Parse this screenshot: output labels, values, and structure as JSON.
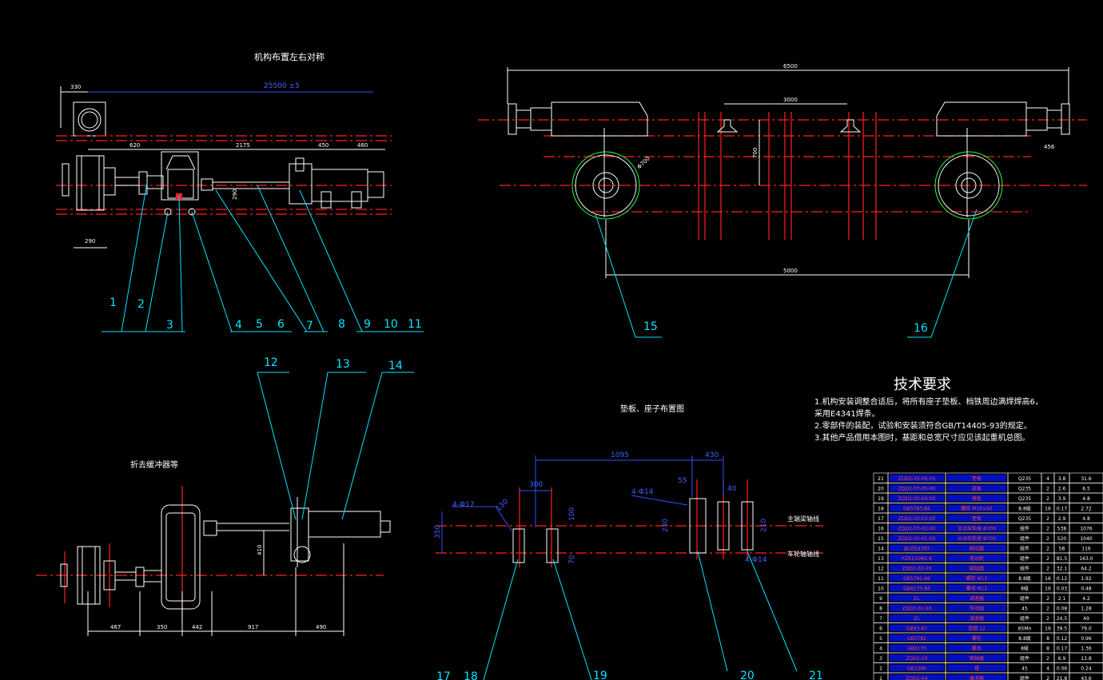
{
  "titles": {
    "mechanism_layout": "机构布置左右对称",
    "pad_layout": "垫板、座子布置图",
    "folded_view": "折去缓冲器等",
    "tech_heading": "技术要求"
  },
  "tech_requirements": [
    "1.机构安装调整合适后，将所有座子垫板、档铁周边满焊焊高6，",
    "采用E4341焊条。",
    "2.零部件的装配，试验和安装须符合GB/T14405-93的规定。",
    "3.其他产品借用本图时，基距和总宽尺寸应见该起重机总图。"
  ],
  "top_left_dims": {
    "span": "25500 ±5",
    "d1": "330",
    "d2": "620",
    "d3": "2175",
    "d4": "450",
    "d5": "460",
    "d6": "290",
    "d7": "290"
  },
  "top_right_dims": {
    "overall": "6500",
    "inner": "3000",
    "height": "700",
    "side": "456",
    "wheel": "Φ700",
    "base": "5000"
  },
  "bottom_left_dims": {
    "d1": "467",
    "d2": "350",
    "d3": "442",
    "d4": "917",
    "d5": "490",
    "h": "410"
  },
  "pad_dims": {
    "total": "1095",
    "d430": "430",
    "d300": "300",
    "d55": "55",
    "d40": "40",
    "hole1": "4-Φ17",
    "hole2": "4-Φ14",
    "hole3": "4-Φ14",
    "h350": "350",
    "h230": "230",
    "h210": "210",
    "d100": "100",
    "d70": "70",
    "ang": "130"
  },
  "pad_labels": {
    "left_line": "主端梁轴线",
    "right_line": "车轮轴轴线"
  },
  "callouts_top": [
    "1",
    "2",
    "3",
    "4",
    "5",
    "6",
    "7",
    "8",
    "9",
    "10",
    "11"
  ],
  "callouts_right": [
    "15",
    "16"
  ],
  "callouts_mid": [
    "12",
    "13",
    "14"
  ],
  "callouts_bottom": [
    "17",
    "18",
    "19",
    "20",
    "21"
  ],
  "bom_rows": [
    [
      "21",
      "ZQD2-03-06-00",
      "垫板",
      "Q235",
      "4",
      "3.8",
      "31.6"
    ],
    [
      "20",
      "ZQD2-03-05-00",
      "座板",
      "Q235",
      "2",
      "2.6",
      "6.5"
    ],
    [
      "19",
      "ZQD2-03-04-00",
      "座板",
      "Q235",
      "2",
      "3.9",
      "4.8"
    ],
    [
      "18",
      "GB5783-86",
      "螺栓 M16×60",
      "8.8级",
      "16",
      "0.17",
      "2.72"
    ],
    [
      "17",
      "ZQD2-03-03-00",
      "垫板",
      "Q235",
      "2",
      "2.9",
      "4.8"
    ],
    [
      "16",
      "ZQD2-03-02-00",
      "主动车轮组 Φ700",
      "组件",
      "2",
      "538",
      "1076"
    ],
    [
      "15",
      "ZQD2-03-01-00",
      "从动车轮组 Φ700",
      "组件",
      "2",
      "520",
      "1040"
    ],
    [
      "14",
      "JB/ZQ4393",
      "制动器",
      "组件",
      "2",
      "58",
      "116"
    ],
    [
      "13",
      "YZR132M1-6",
      "电动机",
      "组件",
      "2",
      "81.5",
      "163.0"
    ],
    [
      "12",
      "ZQD2-02-00",
      "联轴器",
      "组件",
      "2",
      "32.1",
      "64.2"
    ],
    [
      "11",
      "GB5782-86",
      "螺栓 M12",
      "8.8级",
      "16",
      "0.12",
      "1.92"
    ],
    [
      "10",
      "GB6170-86",
      "螺母 M12",
      "8级",
      "16",
      "0.03",
      "0.48"
    ],
    [
      "9",
      "ZL",
      "减速器",
      "组件",
      "2",
      "2.1",
      "4.2"
    ],
    [
      "8",
      "ZQD2-01-00",
      "传动轴",
      "45",
      "2",
      "0.08",
      "1.28"
    ],
    [
      "7",
      "ZL",
      "减速器",
      "组件",
      "2",
      "24.5",
      "49"
    ],
    [
      "6",
      "GB93-87",
      "垫圈 12",
      "65Mn",
      "16",
      "39.5",
      "79.0"
    ],
    [
      "5",
      "GB5782",
      "螺栓",
      "8.8级",
      "8",
      "0.12",
      "0.96"
    ],
    [
      "4",
      "GB6170",
      "螺母",
      "8级",
      "8",
      "0.17",
      "1.36"
    ],
    [
      "3",
      "ZQD2-03",
      "联轴器",
      "组件",
      "2",
      "6.9",
      "13.8"
    ],
    [
      "2",
      "GB1096",
      "键",
      "45",
      "4",
      "0.06",
      "0.24"
    ],
    [
      "1",
      "ZQD2-04",
      "缓冲器",
      "组件",
      "2",
      "21.8",
      "43.6"
    ]
  ]
}
